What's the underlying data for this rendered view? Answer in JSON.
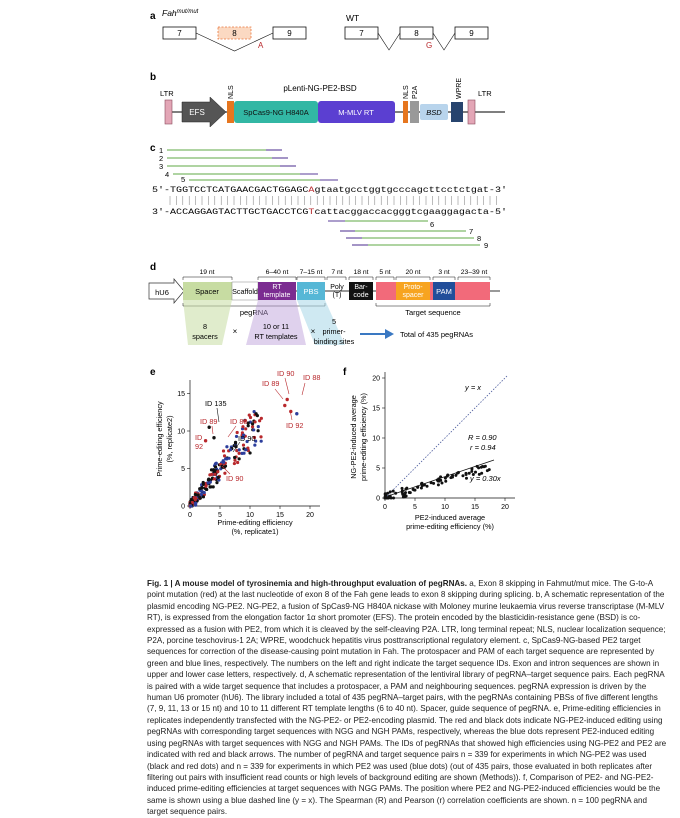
{
  "colors": {
    "red": "#b8282c",
    "ltr": "#e3a6b6",
    "nls": "#e6761f",
    "spcas9": "#32b7a4",
    "mmlv": "#5b3fd1",
    "bsd": "#b8d4ec",
    "wpre": "#27446e",
    "spacer": "#c7dca2",
    "rt": "#7b2c91",
    "pbs": "#56b7d6",
    "barcode": "#111111",
    "protospacer": "#f7a420",
    "pam": "#224e9a",
    "target": "#f26a7a",
    "line_green": "#5fa844",
    "line_purple": "#5a3e98",
    "blue_dot": "#2c3e9c",
    "dashed": "#4a5a9c"
  },
  "panel_a": {
    "label": "a",
    "mut_label": "Fah",
    "mut_sup": "mut/mut",
    "wt_label": "WT",
    "mut_exons": [
      "7",
      "8",
      "9"
    ],
    "mut_base": "A",
    "wt_exons": [
      "7",
      "8",
      "9"
    ],
    "wt_base": "G"
  },
  "panel_b": {
    "label": "b",
    "title": "pLenti-NG-PE2-BSD",
    "ltr_left": "LTR",
    "efs": "EFS",
    "nls1": "NLS",
    "spcas9": "SpCas9-NG H840A",
    "mmlv": "M-MLV RT",
    "nls2": "NLS",
    "p2a": "P2A",
    "bsd": "BSD",
    "wpre": "WPRE",
    "ltr_right": "LTR"
  },
  "panel_c": {
    "label": "c",
    "top_ids": [
      "1",
      "2",
      "3",
      "4",
      "5"
    ],
    "top_prefix": "5′-",
    "top_upper": "TGGTCCTCATGAACGACTGGAGC",
    "top_mut": "A",
    "top_lower": "gtaatgcctggtgcccagcttcctctgat",
    "top_suffix": "-3′",
    "bot_prefix": "3′-",
    "bot_upper": "ACCAGGAGTACTTGCTGACCTCG",
    "bot_mut": "T",
    "bot_lower": "cattacggaccacgggtcgaaggagacta",
    "bot_suffix": "-5′",
    "bottom_ids": [
      "6",
      "7",
      "8",
      "9"
    ]
  },
  "panel_d": {
    "label": "d",
    "hu6": "hU6",
    "len_spacer": "19 nt",
    "len_rt": "6–40 nt",
    "len_pbs": "7–15 nt",
    "len_poly": "7 nt",
    "len_bar": "18 nt",
    "len_5nt_a": "5 nt",
    "len_proto": "20 nt",
    "len_pam": "3 nt",
    "len_target": "23–39 nt",
    "spacer": "Spacer",
    "scaffold": "Scaffold",
    "rt1": "RT",
    "rt2": "template",
    "pbs": "PBS",
    "poly1": "Poly",
    "poly2": "(T)",
    "bar1": "Bar-",
    "bar2": "code",
    "proto1": "Proto-",
    "proto2": "spacer",
    "pam": "PAM",
    "pegrna": "pegRNA",
    "target_seq": "Target sequence",
    "spacers_n": "8",
    "spacers_t": "spacers",
    "times": "×",
    "rt_n": "10 or 11",
    "rt_t": "RT templates",
    "pbs_n": "5",
    "pbs_t1": "primer-",
    "pbs_t2": "binding sites",
    "total": "Total of 435 pegRNAs"
  },
  "panel_e": {
    "label": "e",
    "ylabel1": "Prime-editing efficiency",
    "ylabel2": "(%, replicate2)",
    "xlabel1": "Prime-editing efficiency",
    "xlabel2": "(%, replicate1)",
    "xticks": [
      "0",
      "5",
      "10",
      "15",
      "20"
    ],
    "yticks": [
      "0",
      "5",
      "10",
      "15"
    ],
    "ann_id135": "ID 135",
    "ann_id89a": "ID 89",
    "ann_id88a": "ID 88",
    "ann_id92a": "ID",
    "ann_id92b": "92",
    "ann_id90a": "ID 90",
    "ann_id90b": "ID 90",
    "ann_id89b": "ID 89",
    "ann_id88b": "ID 88",
    "ann_id92c": "ID 92"
  },
  "panel_f": {
    "label": "f",
    "ylabel1": "NG-PE2-induced average",
    "ylabel2": "prime-editing efficiency (%)",
    "xlabel1": "PE2-induced average",
    "xlabel2": "prime-editing efficiency (%)",
    "xticks": [
      "0",
      "5",
      "10",
      "15",
      "20"
    ],
    "yticks": [
      "0",
      "5",
      "10",
      "15",
      "20"
    ],
    "yx": "y = x",
    "r_big": "R = 0.90",
    "r_small": "r = 0.94",
    "fit": "y = 0.30x"
  },
  "caption": {
    "title": "Fig. 1 | A mouse model of tyrosinemia and high-throughput evaluation of pegRNAs.",
    "body": " a, Exon 8 skipping in Fahmut/mut mice. The G-to-A point mutation (red) at the last nucleotide of exon 8 of the Fah gene leads to exon 8 skipping during splicing. b, A schematic representation of the plasmid encoding NG-PE2. NG-PE2, a fusion of SpCas9-NG H840A nickase with Moloney murine leukaemia virus reverse transcriptase (M-MLV RT), is expressed from the elongation factor 1α short promoter (EFS). The protein encoded by the blasticidin-resistance gene (BSD) is co-expressed as a fusion with PE2, from which it is cleaved by the self-cleaving P2A. LTR, long terminal repeat; NLS, nuclear localization sequence; P2A, porcine teschovirus-1 2A; WPRE, woodchuck hepatitis virus posttranscriptional regulatory element. c, SpCas9-NG-based PE2 target sequences for correction of the disease-causing point mutation in Fah. The protospacer and PAM of each target sequence are represented by green and blue lines, respectively. The numbers on the left and right indicate the target sequence IDs. Exon and intron sequences are shown in upper and lower case letters, respectively. d, A schematic representation of the lentiviral library of pegRNA–target sequence pairs. Each pegRNA is paired with a wide target sequence that includes a protospacer, a PAM and neighbouring sequences. pegRNA expression is driven by the human U6 promoter (hU6). The library included a total of 435 pegRNA–target pairs, with the pegRNAs containing PBSs of five different lengths (7, 9, 11, 13 or 15 nt) and 10 to 11 different RT template lengths (6 to 40 nt). Spacer, guide sequence of pegRNA. e, Prime-editing efficiencies in replicates independently transfected with the NG-PE2- or PE2-encoding plasmid. The red and black dots indicate NG-PE2-induced editing using pegRNAs with corresponding target sequences with NGG and NGH PAMs, respectively, whereas the blue dots represent PE2-induced editing using pegRNAs with target sequences with NGG and NGH PAMs. The IDs of pegRNAs that showed high efficiencies using NG-PE2 and PE2 are indicated with red and black arrows. The number of pegRNA and target sequence pairs n = 339 for experiments in which NG-PE2 was used (black and red dots) and n = 339 for experiments in which PE2 was used (blue dots) (out of 435 pairs, those evaluated in both replicates after filtering out pairs with insufficient read counts or high levels of background editing are shown (Methods)). f, Comparison of PE2- and NG-PE2-induced prime-editing efficiencies at target sequences with NGG PAMs. The position where PE2 and NG-PE2-induced efficiencies would be the same is shown using a blue dashed line (y = x). The Spearman (R) and Pearson (r) correlation coefficients are shown. n = 100 pegRNA and target sequence pairs."
  }
}
